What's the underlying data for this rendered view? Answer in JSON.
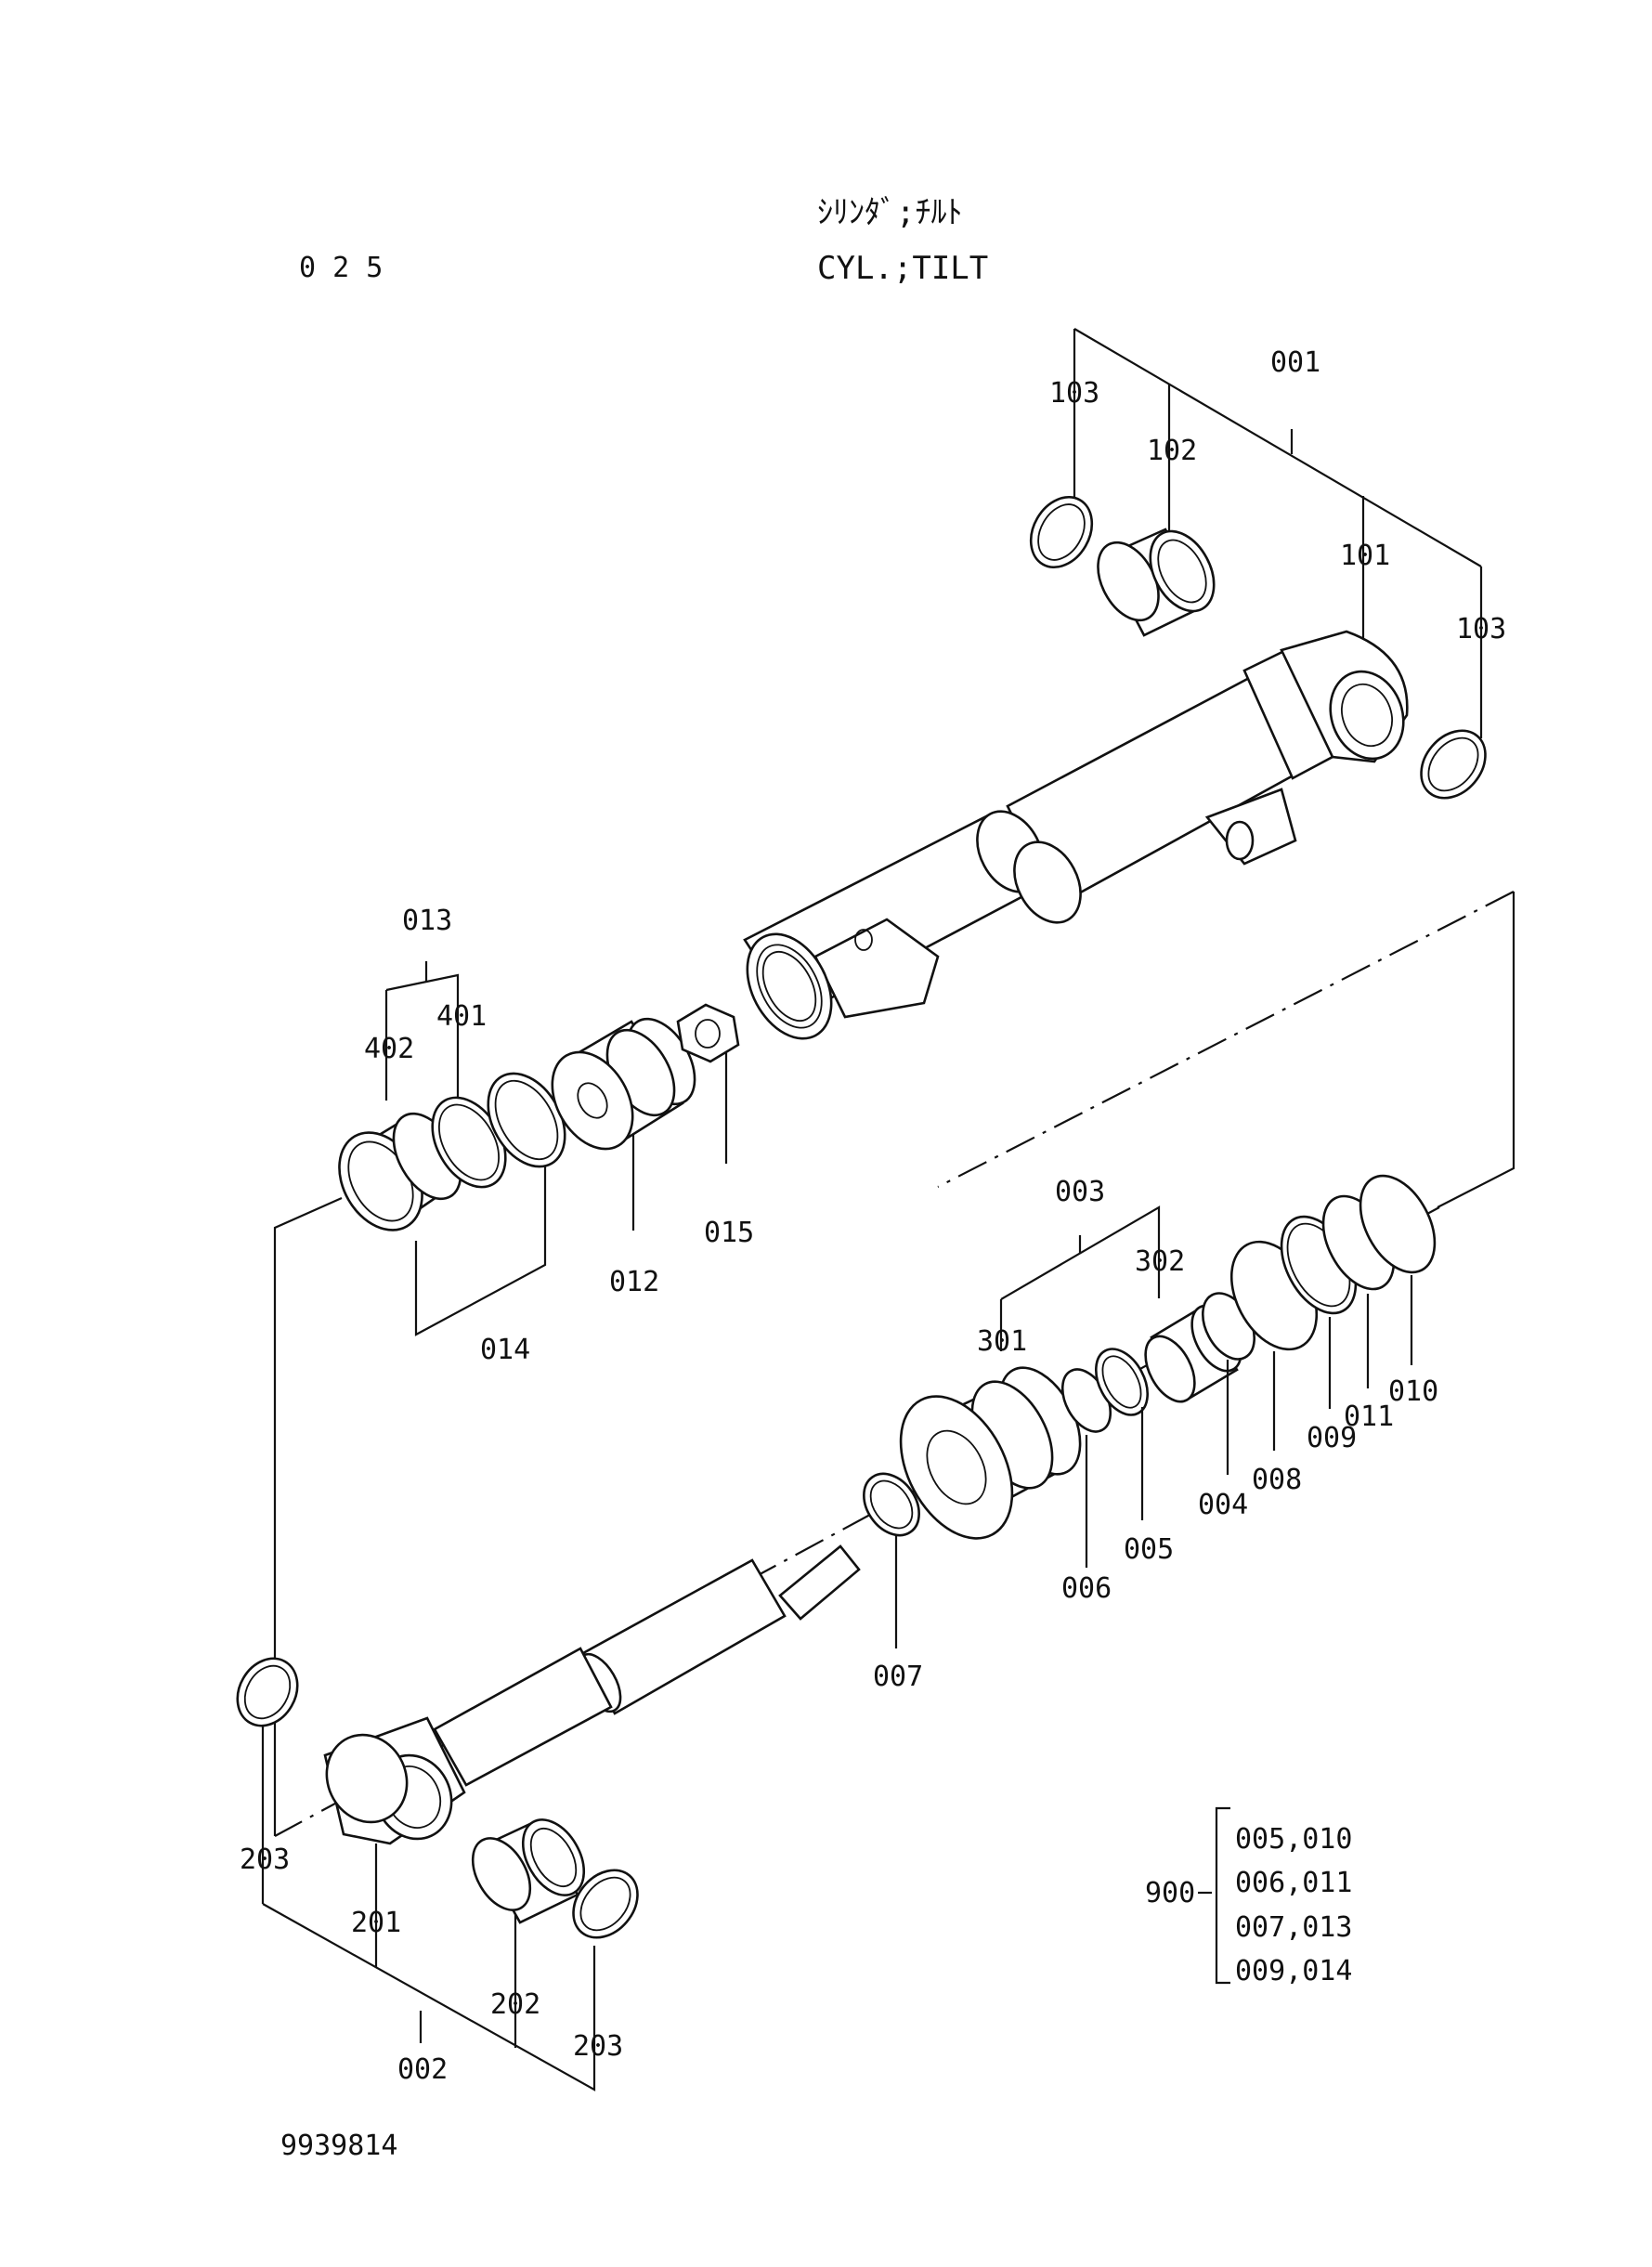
{
  "header": {
    "page_no": "0 2 5",
    "title_jp": "ｼﾘﾝﾀﾞ;ﾁﾙﾄ",
    "title_en": "CYL.;TILT"
  },
  "footer": {
    "doc_no": "9939814"
  },
  "callouts": {
    "c001": "001",
    "c101": "101",
    "c102": "102",
    "c103a": "103",
    "c103b": "103",
    "c013": "013",
    "c401": "401",
    "c402": "402",
    "c012": "012",
    "c014": "014",
    "c015": "015",
    "c003": "003",
    "c301": "301",
    "c302": "302",
    "c004": "004",
    "c005": "005",
    "c006": "006",
    "c007": "007",
    "c008": "008",
    "c009": "009",
    "c010": "010",
    "c011": "011",
    "c002": "002",
    "c201": "201",
    "c202": "202",
    "c203a": "203",
    "c203b": "203"
  },
  "kit": {
    "label": "900",
    "items": [
      "005,010",
      "006,011",
      "007,013",
      "009,014"
    ]
  }
}
